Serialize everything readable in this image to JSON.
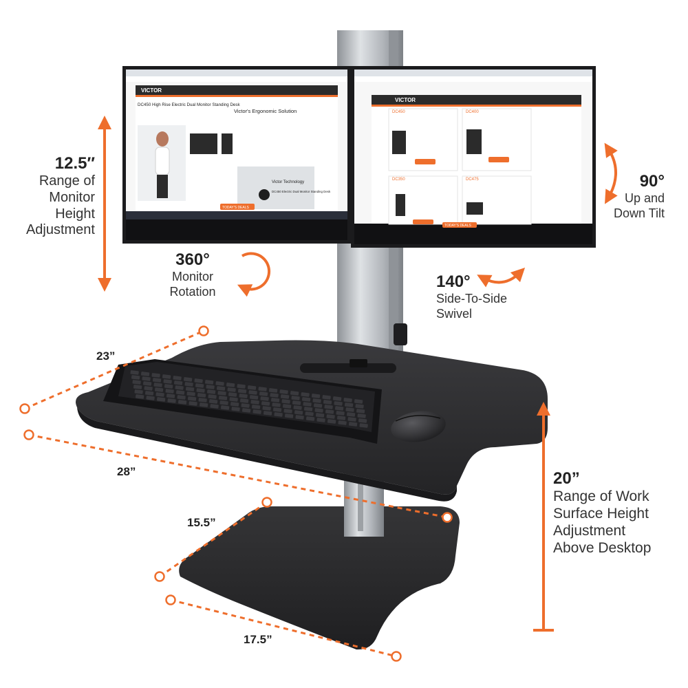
{
  "monitor_height": {
    "value": "12.5″",
    "line1": "Range of",
    "line2": "Monitor",
    "line3": "Height",
    "line4": "Adjustment"
  },
  "rotation": {
    "value": "360°",
    "line1": "Monitor",
    "line2": "Rotation"
  },
  "swivel": {
    "value": "140°",
    "line1": "Side-To-Side",
    "line2": "Swivel"
  },
  "tilt": {
    "value": "90°",
    "line1": "Up and",
    "line2": "Down Tilt"
  },
  "work_surface": {
    "value": "20”",
    "line1": "Range of Work",
    "line2": "Surface Height",
    "line3": "Adjustment",
    "line4": "Above Desktop"
  },
  "dimensions": {
    "depth": "23”",
    "width": "28”",
    "base_depth": "15.5”",
    "base_width": "17.5”"
  },
  "screen_left": {
    "brand": "VICTOR",
    "heading": "DC450 High Rise Electric Dual Monitor Standing Desk",
    "subheading": "Victor's Ergonomic Solution",
    "video_title": "Victor Technology",
    "video_caption": "DC450 Electric Dual Monitor Standing Desk",
    "cta": "TODAY'S DEALS"
  },
  "screen_right": {
    "brand": "VICTOR",
    "products": [
      "DC450",
      "DC400",
      "DC350",
      "DC475"
    ],
    "cta": "TODAY'S DEALS"
  },
  "colors": {
    "accent": "#ee6e2c",
    "desk": "#2b2b2d",
    "pole": "#b5b9bd",
    "bezel": "#1b1b1d"
  }
}
